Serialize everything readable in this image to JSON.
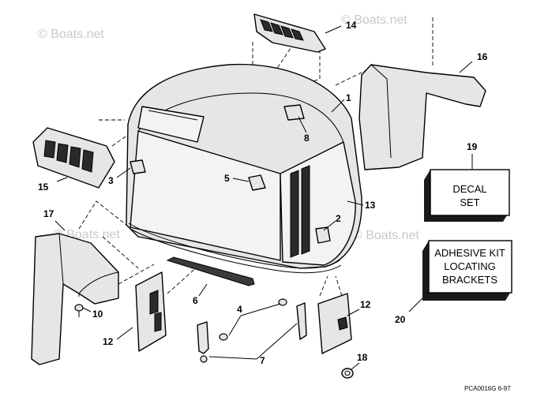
{
  "watermarks": [
    "© Boats.net",
    "© Boats.net",
    "© Boats.net",
    "© Boats.net"
  ],
  "callouts": {
    "n1": "1",
    "n2": "2",
    "n3": "3",
    "n4": "4",
    "n5": "5",
    "n6": "6",
    "n7": "7",
    "n8": "8",
    "n10": "10",
    "n12a": "12",
    "n12b": "12",
    "n13": "13",
    "n14": "14",
    "n15": "15",
    "n16": "16",
    "n17": "17",
    "n18": "18",
    "n19": "19",
    "n20": "20"
  },
  "boxes": {
    "decal_line1": "DECAL",
    "decal_line2": "SET",
    "adhesive_line1": "ADHESIVE KIT",
    "adhesive_line2": "LOCATING",
    "adhesive_line3": "BRACKETS"
  },
  "drawing_code": "PCA0016G 6-97"
}
